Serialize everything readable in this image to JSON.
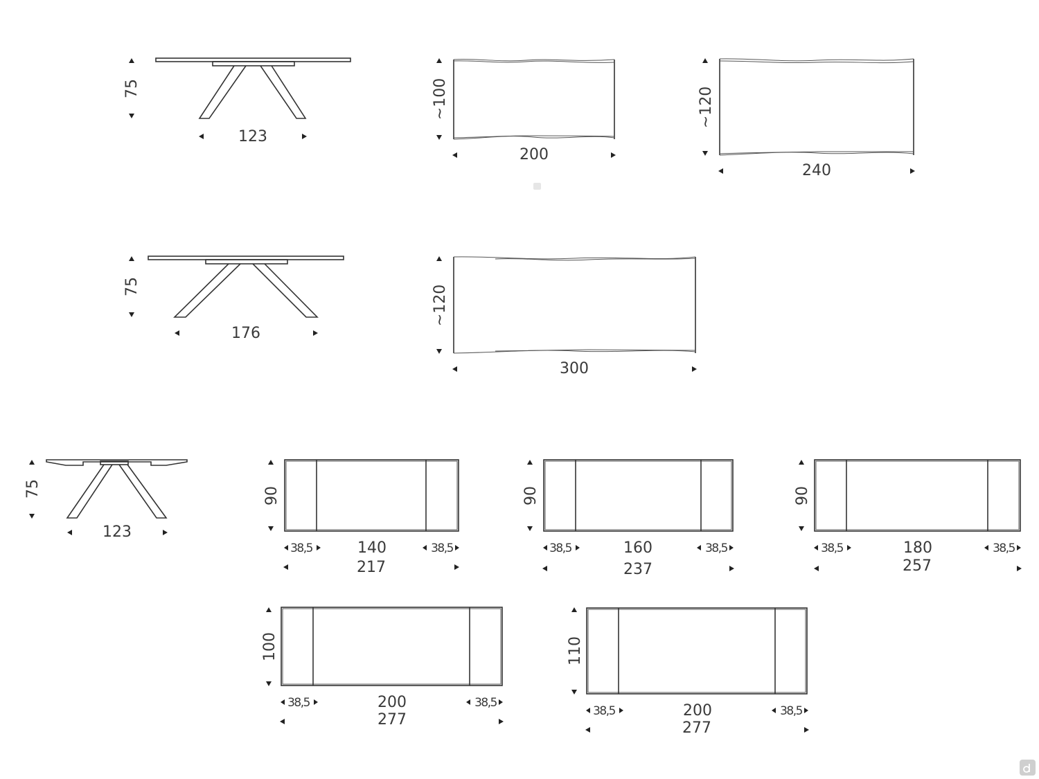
{
  "colors": {
    "line": "#333333",
    "text": "#3a3a3a",
    "background": "#ffffff"
  },
  "row1": {
    "side": {
      "height": "75",
      "width": "123"
    },
    "top_a": {
      "depth": "~100",
      "length": "200"
    },
    "top_b": {
      "depth": "~120",
      "length": "240"
    }
  },
  "row2": {
    "side": {
      "height": "75",
      "width": "176"
    },
    "top": {
      "depth": "~120",
      "length": "300"
    }
  },
  "row3": {
    "side": {
      "height": "75",
      "width": "123"
    },
    "ext_a": {
      "depth": "90",
      "leaf": "38,5",
      "center": "140",
      "total": "217"
    },
    "ext_b": {
      "depth": "90",
      "leaf": "38,5",
      "center": "160",
      "total": "237"
    },
    "ext_c": {
      "depth": "90",
      "leaf": "38,5",
      "center": "180",
      "total": "257"
    }
  },
  "row4": {
    "ext_d": {
      "depth": "100",
      "leaf": "38,5",
      "center": "200",
      "total": "277"
    },
    "ext_e": {
      "depth": "110",
      "leaf": "38,5",
      "center": "200",
      "total": "277"
    }
  },
  "watermark_icon": "d-logo-icon"
}
